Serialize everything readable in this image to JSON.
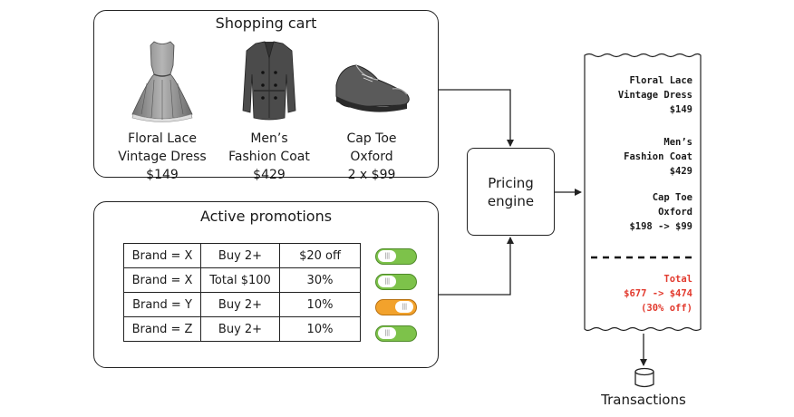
{
  "cart": {
    "title": "Shopping cart",
    "items": [
      {
        "name": "Floral Lace Vintage Dress",
        "line1": "Floral Lace",
        "line2": "Vintage Dress",
        "line3": "$149",
        "icon": "dress-icon"
      },
      {
        "name": "Men's Fashion Coat",
        "line1": "Men’s",
        "line2": "Fashion Coat",
        "line3": "$429",
        "icon": "coat-icon"
      },
      {
        "name": "Cap Toe Oxford",
        "line1": "Cap Toe",
        "line2": "Oxford",
        "line3": "2 x $99",
        "icon": "shoe-icon"
      }
    ]
  },
  "promotions": {
    "title": "Active promotions",
    "rows": [
      {
        "brand": "Brand = X",
        "condition": "Buy 2+",
        "discount": "$20 off",
        "toggle": "on",
        "color": "#7dc24a"
      },
      {
        "brand": "Brand = X",
        "condition": "Total $100",
        "discount": "30%",
        "toggle": "on",
        "color": "#7dc24a"
      },
      {
        "brand": "Brand = Y",
        "condition": "Buy 2+",
        "discount": "10%",
        "toggle": "off",
        "color": "#f2a22c"
      },
      {
        "brand": "Brand = Z",
        "condition": "Buy 2+",
        "discount": "10%",
        "toggle": "on",
        "color": "#7dc24a"
      }
    ]
  },
  "engine": {
    "line1": "Pricing",
    "line2": "engine"
  },
  "receipt": {
    "items": [
      {
        "line1": "Floral Lace",
        "line2": "Vintage Dress",
        "line3": "$149"
      },
      {
        "line1": "Men’s",
        "line2": "Fashion Coat",
        "line3": "$429"
      },
      {
        "line1": "Cap Toe",
        "line2": "Oxford",
        "line3": "$198 -> $99"
      }
    ],
    "total": {
      "line1": "Total",
      "line2": "$677 -> $474",
      "line3": "(30% off)",
      "color": "#e23a2e"
    }
  },
  "database": {
    "label": "Transactions",
    "icon": "database-icon"
  }
}
